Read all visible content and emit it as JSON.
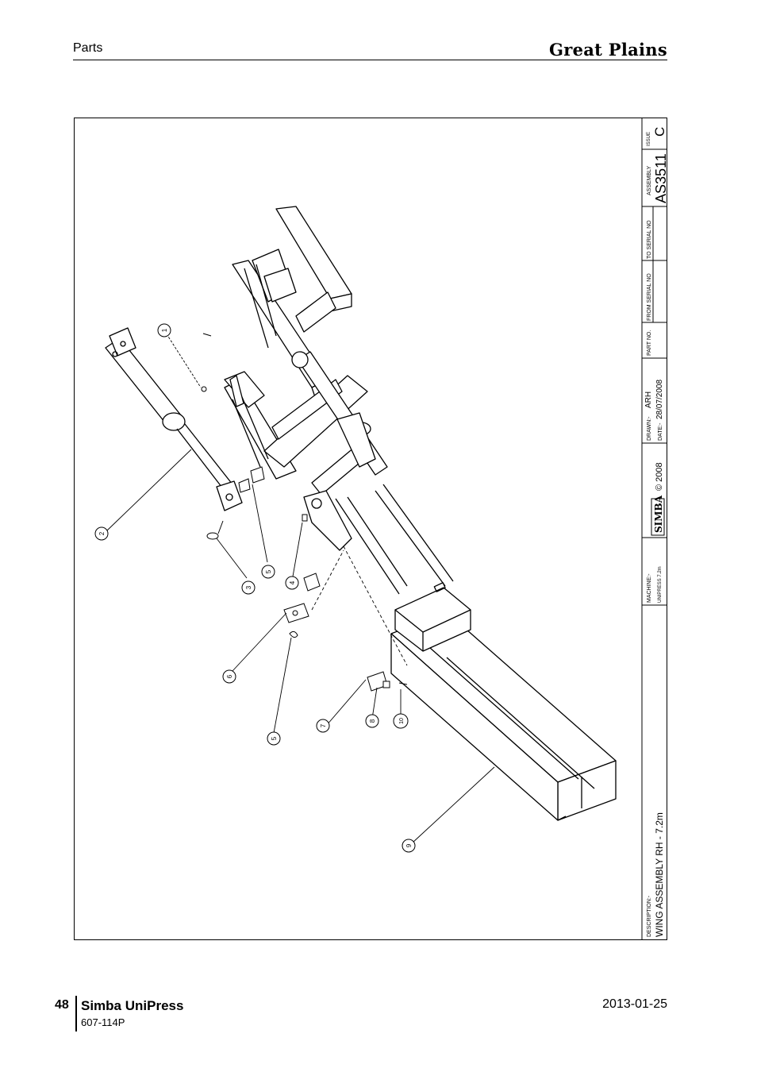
{
  "header": {
    "section": "Parts",
    "brand": "Great Plains"
  },
  "title_block": {
    "issue_label": "ISSUE",
    "issue": "C",
    "assembly_label": "ASSEMBLY",
    "assembly": "AS3511",
    "to_serial_label": "TO SERIAL NO",
    "from_serial_label": "FROM SERIAL NO",
    "part_no_label": "PART NO.",
    "drawn_label": "DRAWN:-",
    "drawn": "ARH",
    "date_label": "DATE:-",
    "date": "28/07/2008",
    "logo": "SIMBA",
    "copyright": "© 2008",
    "machine_label": "MACHINE:-",
    "machine": "UNIPRESS 7.2m",
    "description_label": "DESCRIPTION:-",
    "description": "WING ASSEMBLY RH - 7.2m"
  },
  "callouts": [
    "1",
    "2",
    "3",
    "4",
    "5",
    "5",
    "6",
    "7",
    "8",
    "9",
    "10"
  ],
  "footer": {
    "page": "48",
    "title": "Simba UniPress",
    "code": "607-114P",
    "date": "2013-01-25"
  }
}
